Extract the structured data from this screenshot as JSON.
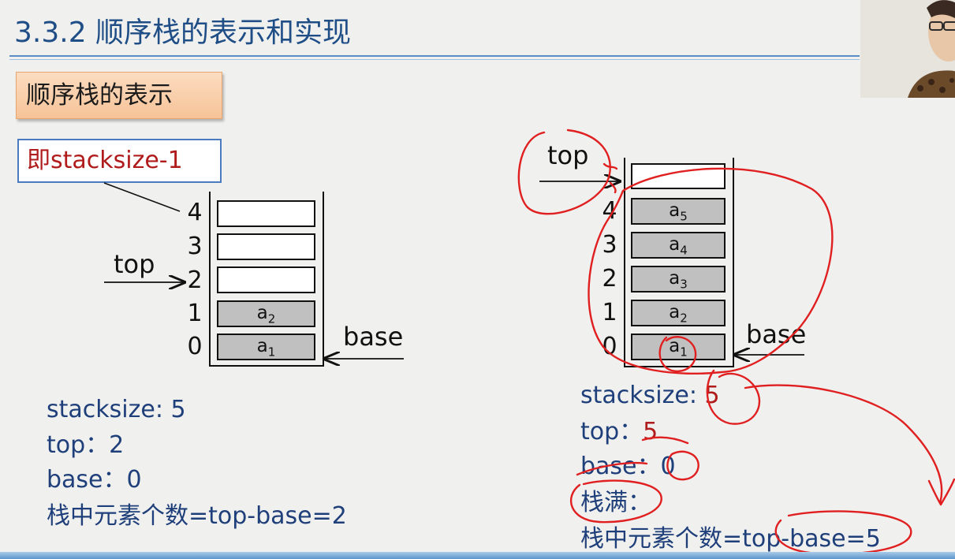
{
  "slide": {
    "title": "3.3.2 顺序栈的表示和实现",
    "section": "顺序栈的表示",
    "callout": "即stacksize-1"
  },
  "left_stack": {
    "indices": [
      "4",
      "3",
      "2",
      "1",
      "0"
    ],
    "cells": [
      {
        "label": "",
        "sub": ""
      },
      {
        "label": "",
        "sub": ""
      },
      {
        "label": "",
        "sub": ""
      },
      {
        "label": "a",
        "sub": "2"
      },
      {
        "label": "a",
        "sub": "1"
      }
    ],
    "top_label": "top",
    "base_label": "base",
    "info": {
      "stacksize": "stacksize: 5",
      "top": "top：2",
      "base": "base：0",
      "count": "栈中元素个数=top-base=2"
    }
  },
  "right_stack": {
    "indices": [
      "4",
      "3",
      "2",
      "1",
      "0"
    ],
    "cells": [
      {
        "label": "",
        "sub": ""
      },
      {
        "label": "a",
        "sub": "5"
      },
      {
        "label": "a",
        "sub": "4"
      },
      {
        "label": "a",
        "sub": "3"
      },
      {
        "label": "a",
        "sub": "2"
      },
      {
        "label": "a",
        "sub": "1"
      }
    ],
    "top_label": "top",
    "base_label": "base",
    "info": {
      "stacksize_key": "stacksize: ",
      "stacksize_val": "5",
      "top_key": "top：",
      "top_val": "5",
      "base_key": "base：",
      "base_val": "0",
      "full": "栈满：",
      "count_key": "栈中元素个数=",
      "count_val": "top-base=5"
    }
  },
  "colors": {
    "title": "#1f4e87",
    "info_text": "#1f3f7a",
    "emphasis": "#b01c1c",
    "annotation": "#e02020",
    "cell_filled": "#c0c0c0",
    "section_bg": "#f6c398"
  }
}
